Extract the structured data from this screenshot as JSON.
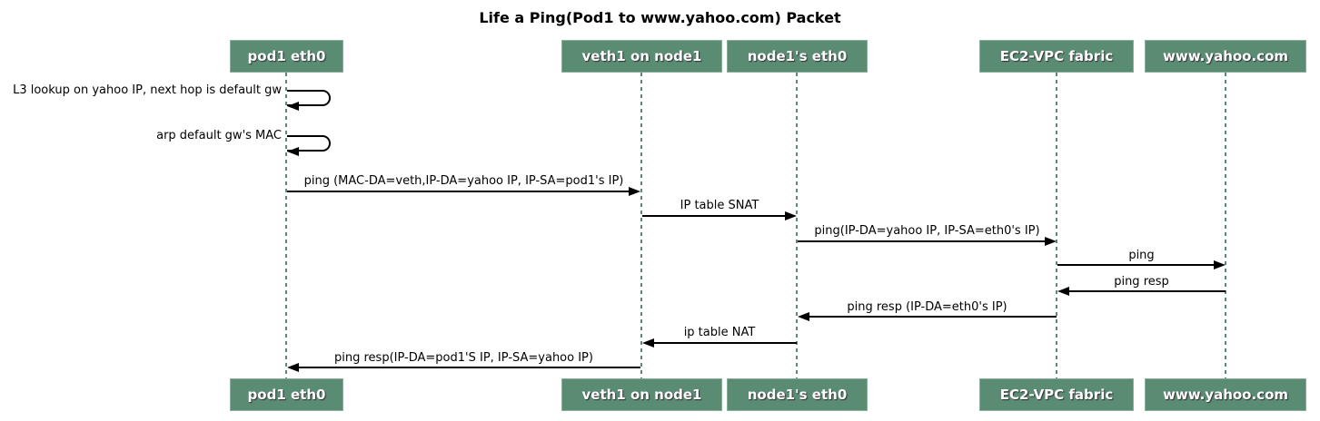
{
  "title": "Life a Ping(Pod1 to www.yahoo.com) Packet",
  "colors": {
    "participant_fill": "#5a8b73",
    "participant_border": "#8ab09c",
    "participant_text": "#ffffff",
    "lifeline": "#5a8b73",
    "arrow": "#000000",
    "background": "#ffffff"
  },
  "participants": [
    {
      "label": "pod1 eth0"
    },
    {
      "label": "veth1 on node1"
    },
    {
      "label": "node1's eth0"
    },
    {
      "label": "EC2-VPC fabric"
    },
    {
      "label": "www.yahoo.com"
    }
  ],
  "self_messages": [
    {
      "participant": "pod1 eth0",
      "label": "L3 lookup on yahoo IP, next hop is default gw"
    },
    {
      "participant": "pod1 eth0",
      "label": "arp default gw's MAC"
    }
  ],
  "messages": [
    {
      "from": "pod1 eth0",
      "to": "veth1 on node1",
      "label": "ping (MAC-DA=veth,IP-DA=yahoo IP, IP-SA=pod1's IP)"
    },
    {
      "from": "veth1 on node1",
      "to": "node1's eth0",
      "label": "IP table SNAT"
    },
    {
      "from": "node1's eth0",
      "to": "EC2-VPC fabric",
      "label": "ping(IP-DA=yahoo IP, IP-SA=eth0's IP)"
    },
    {
      "from": "EC2-VPC fabric",
      "to": "www.yahoo.com",
      "label": "ping"
    },
    {
      "from": "www.yahoo.com",
      "to": "EC2-VPC fabric",
      "label": "ping resp"
    },
    {
      "from": "EC2-VPC fabric",
      "to": "node1's eth0",
      "label": "ping resp (IP-DA=eth0's IP)"
    },
    {
      "from": "node1's eth0",
      "to": "veth1 on node1",
      "label": "ip table NAT"
    },
    {
      "from": "veth1 on node1",
      "to": "pod1 eth0",
      "label": "ping resp(IP-DA=pod1'S IP, IP-SA=yahoo IP)"
    }
  ]
}
